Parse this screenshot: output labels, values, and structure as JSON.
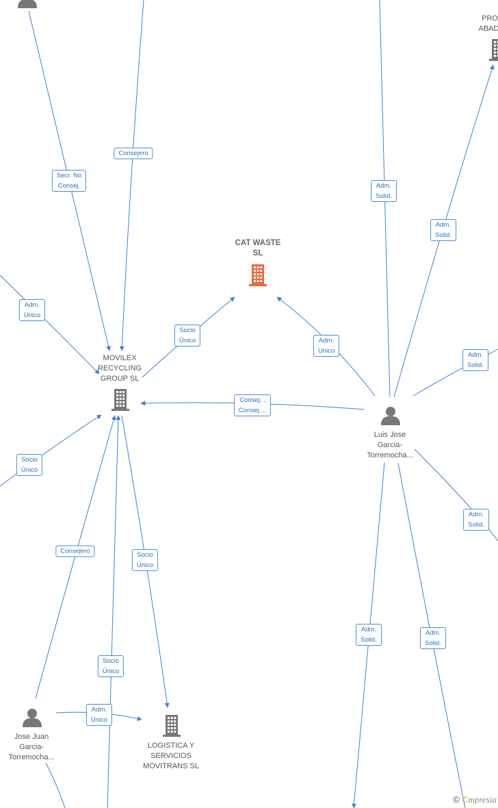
{
  "colors": {
    "edge": "#3d7fd6",
    "company_icon": "#777777",
    "company_center_icon": "#f0663a",
    "person_icon": "#777777"
  },
  "nodes": {
    "cat_waste": {
      "lines": [
        "CAT WASTE",
        "SL"
      ],
      "icon": "building-icon"
    },
    "movilex": {
      "lines": [
        "MOVILEX",
        "RECYCLING",
        "GROUP  SL"
      ],
      "icon": "building-icon"
    },
    "logistica": {
      "lines": [
        "LOGISTICA Y",
        "SERVICIOS",
        "MOVITRANS  SL"
      ],
      "icon": "building-icon"
    },
    "luis_jose": {
      "lines": [
        "Luis Jose",
        "Garcia-",
        "Torremocha..."
      ],
      "icon": "person-icon"
    },
    "jose_juan": {
      "lines": [
        "Jose Juan",
        "Garcia-",
        "Torremocha..."
      ],
      "icon": "person-icon"
    },
    "pro_abadi": {
      "lines": [
        "PRO",
        "ABADI"
      ],
      "icon": "building-icon"
    },
    "top_left_person": {
      "icon": "person-icon"
    }
  },
  "edges": [
    {
      "id": "e1",
      "lines": [
        "Secr.  No",
        "Consej."
      ]
    },
    {
      "id": "e2",
      "lines": [
        "Consejero"
      ]
    },
    {
      "id": "e3",
      "lines": [
        "Adm.",
        "Solid."
      ]
    },
    {
      "id": "e4",
      "lines": [
        "Adm.",
        "Solid."
      ]
    },
    {
      "id": "e5",
      "lines": [
        "Adm.",
        "Unico"
      ]
    },
    {
      "id": "e6",
      "lines": [
        "Socio",
        "Único"
      ]
    },
    {
      "id": "e7",
      "lines": [
        "Adm.",
        "Unico"
      ]
    },
    {
      "id": "e8",
      "lines": [
        "Adm.",
        "Solid."
      ]
    },
    {
      "id": "e9",
      "lines": [
        "Consej. ,",
        "Consej...."
      ]
    },
    {
      "id": "e10",
      "lines": [
        "Socio",
        "Único"
      ]
    },
    {
      "id": "e11",
      "lines": [
        "Consejero"
      ]
    },
    {
      "id": "e12",
      "lines": [
        "Socio",
        "Único"
      ]
    },
    {
      "id": "e13",
      "lines": [
        "Adm.",
        "Solid."
      ]
    },
    {
      "id": "e14",
      "lines": [
        "Socio",
        "Único"
      ]
    },
    {
      "id": "e15",
      "lines": [
        "Adm.",
        "Unico"
      ]
    },
    {
      "id": "e16",
      "lines": [
        "Adm.",
        "Solid."
      ]
    },
    {
      "id": "e17",
      "lines": [
        "Adm.",
        "Solid."
      ]
    }
  ],
  "watermark": {
    "copyright": "©",
    "brand_initial": "C",
    "brand_rest": "mpresia"
  }
}
